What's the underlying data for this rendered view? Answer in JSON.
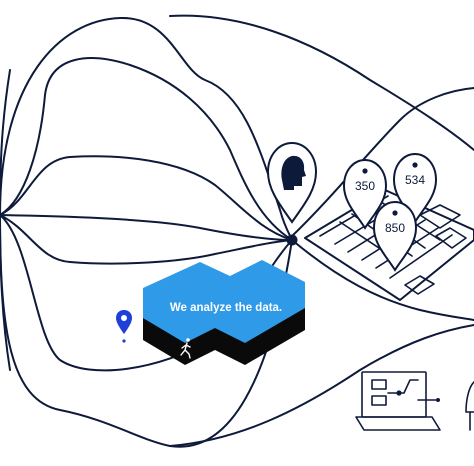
{
  "banner": {
    "text": "We analyze the data."
  },
  "markers": [
    {
      "label": "350"
    },
    {
      "label": "534"
    },
    {
      "label": "850"
    }
  ],
  "icons": {
    "person_head": "head-profile-icon",
    "location": "location-pin-icon",
    "walker": "walking-person-icon",
    "laptop": "laptop-icon"
  },
  "colors": {
    "ink": "#0e1a3a",
    "accent_blue": "#2f9be8",
    "pin_blue": "#1e3fd8",
    "box_black": "#0a0a0a"
  }
}
